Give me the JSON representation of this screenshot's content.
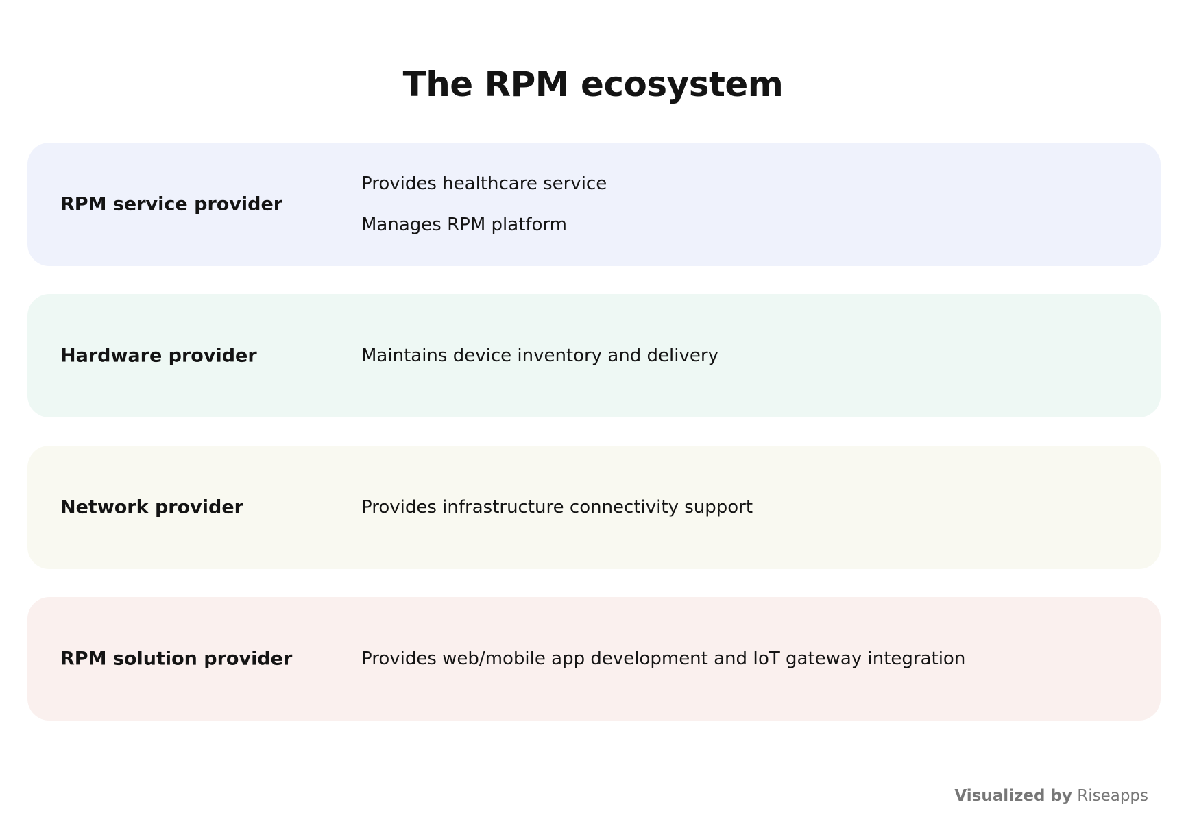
{
  "title": "The RPM ecosystem",
  "rows": [
    {
      "name": "RPM service provider",
      "color": "#eff2fc",
      "items": [
        "Provides healthcare service",
        "Manages RPM platform"
      ]
    },
    {
      "name": "Hardware provider",
      "color": "#eef8f4",
      "items": [
        "Maintains device inventory and delivery"
      ]
    },
    {
      "name": "Network provider",
      "color": "#f9f9f1",
      "items": [
        "Provides infrastructure connectivity support"
      ]
    },
    {
      "name": "RPM solution provider",
      "color": "#faf0ee",
      "items": [
        "Provides web/mobile app development and IoT gateway integration"
      ]
    }
  ],
  "footer": {
    "prefix": "Visualized by",
    "brand": "Riseapps"
  }
}
